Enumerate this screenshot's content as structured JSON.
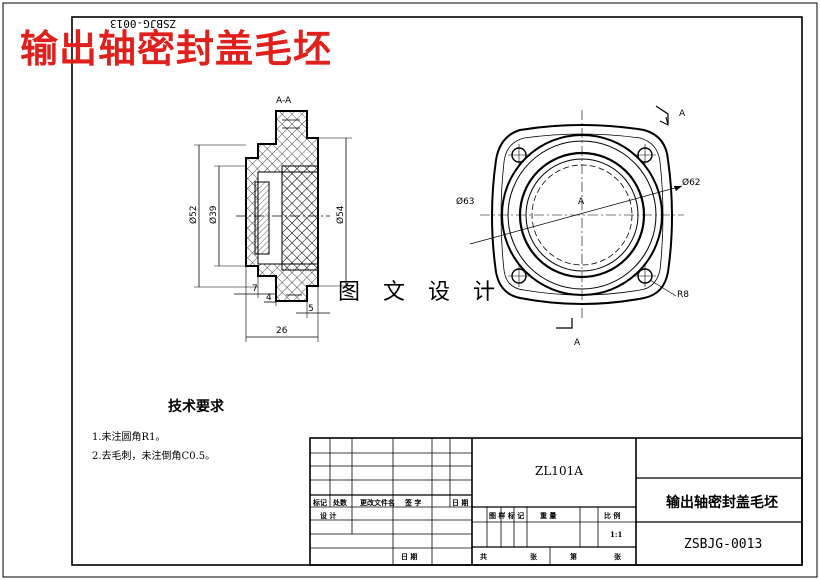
{
  "header": {
    "title": "输出轴密封盖毛坯",
    "mirrored_code": "ZSBJG-0013"
  },
  "section_view": {
    "label": "A-A",
    "dims": {
      "d52": "Ø52",
      "d39": "Ø39",
      "d54": "Ø54",
      "l7": "7",
      "l4": "4",
      "l5": "5",
      "l26": "26"
    }
  },
  "front_view": {
    "marker_top": "A",
    "marker_center": "A",
    "marker_bottom": "A",
    "d63": "Ø63",
    "d62": "Ø62",
    "r8": "R8"
  },
  "watermark": "图 文 设 计",
  "requirements": {
    "title": "技术要求",
    "items": [
      "1.未注圆角R1。",
      "2.去毛刺，未注倒角C0.5。"
    ]
  },
  "title_block": {
    "material": "ZL101A",
    "part_name": "输出轴密封盖毛坯",
    "drawing_no": "ZSBJG-0013",
    "scale": "1:1",
    "headers": {
      "mark": "标记",
      "count": "处数",
      "doc_no": "更改文件名",
      "sign": "签 字",
      "date": "日 期",
      "design": "设 计",
      "stage_mark": "图 样 标 记",
      "weight": "重 量",
      "ratio": "比 例",
      "total": "共",
      "sheet": "张",
      "page": "第",
      "sheet2": "张",
      "day": "日 期"
    }
  }
}
